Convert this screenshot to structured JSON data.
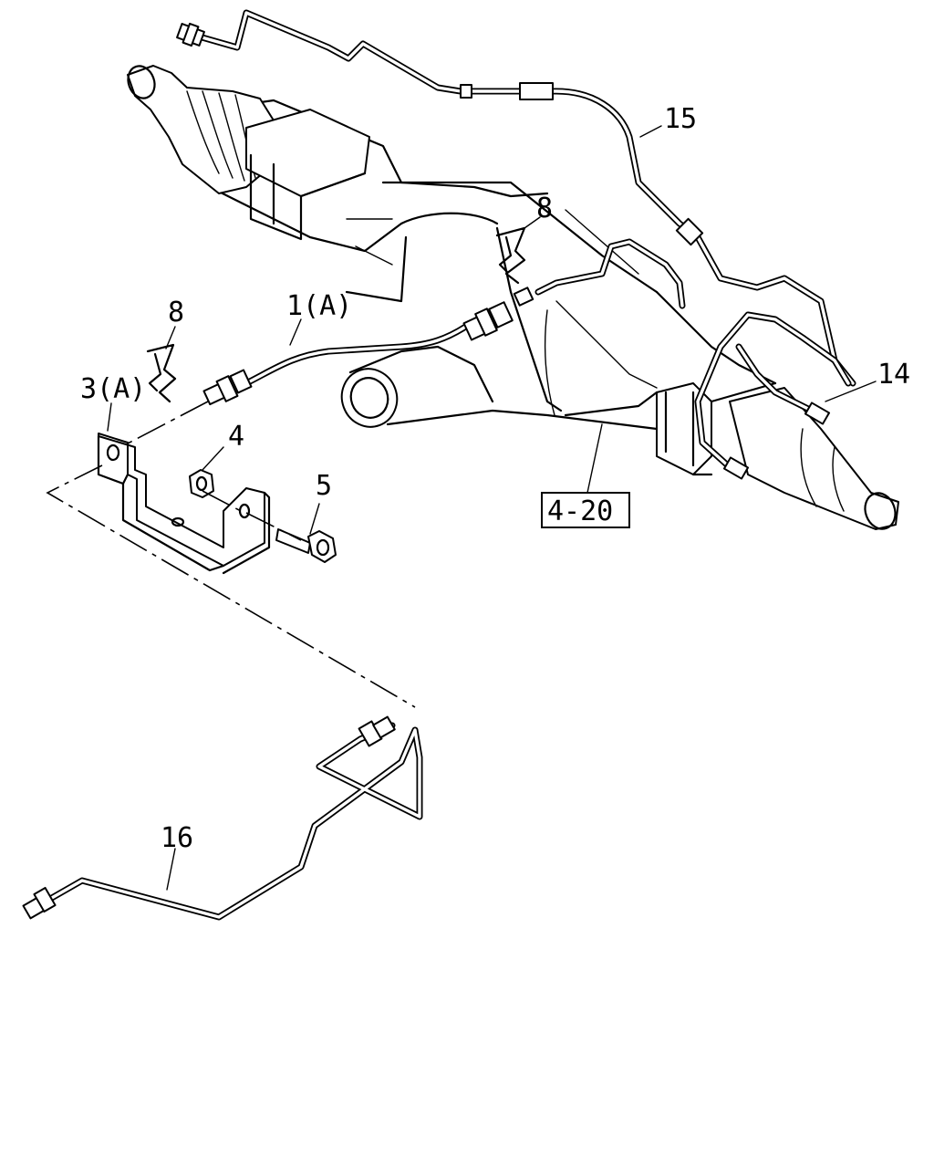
{
  "diagram": {
    "callouts": {
      "c15": "15",
      "c8_top": "8",
      "c8_left": "8",
      "c1a": "1(A)",
      "c3a": "3(A)",
      "c4": "4",
      "c5": "5",
      "c14": "14",
      "c420": "4-20",
      "c16": "16"
    }
  }
}
